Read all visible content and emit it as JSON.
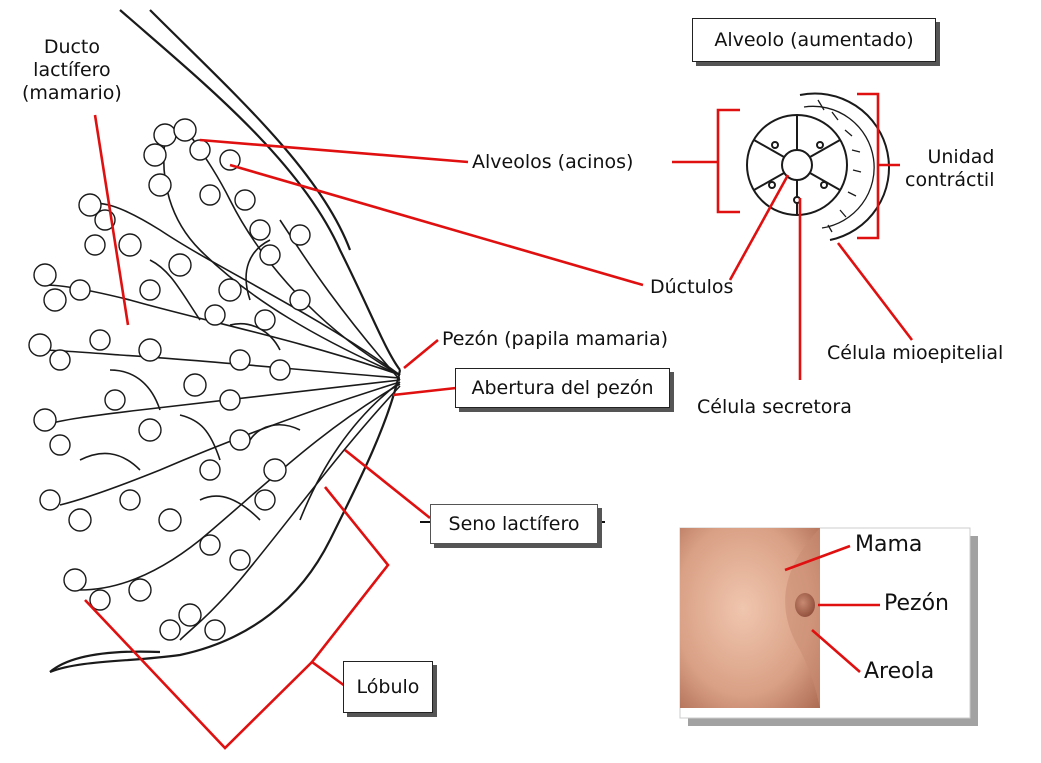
{
  "labels": {
    "ducto": "Ducto\nlactífero\n(mamario)",
    "alveolo_aumentado": "Alveolo (aumentado)",
    "alveolos": "Alveolos (acinos)",
    "unidad": "Unidad\ncontráctil",
    "ductulos": "Dúctulos",
    "pezon_papila": "Pezón (papila mamaria)",
    "celula_mioepitelial": "Célula mioepitelial",
    "abertura": "Abertura del pezón",
    "celula_secretora": "Célula secretora",
    "seno": "Seno lactífero",
    "lobulo": "Lóbulo",
    "mama": "Mama",
    "pezon": "Pezón",
    "areola": "Areola"
  },
  "colors": {
    "leader": "#e01010",
    "ink": "#1a1a1a",
    "skin_light": "#e9b9a0",
    "skin_dark": "#b77760"
  }
}
